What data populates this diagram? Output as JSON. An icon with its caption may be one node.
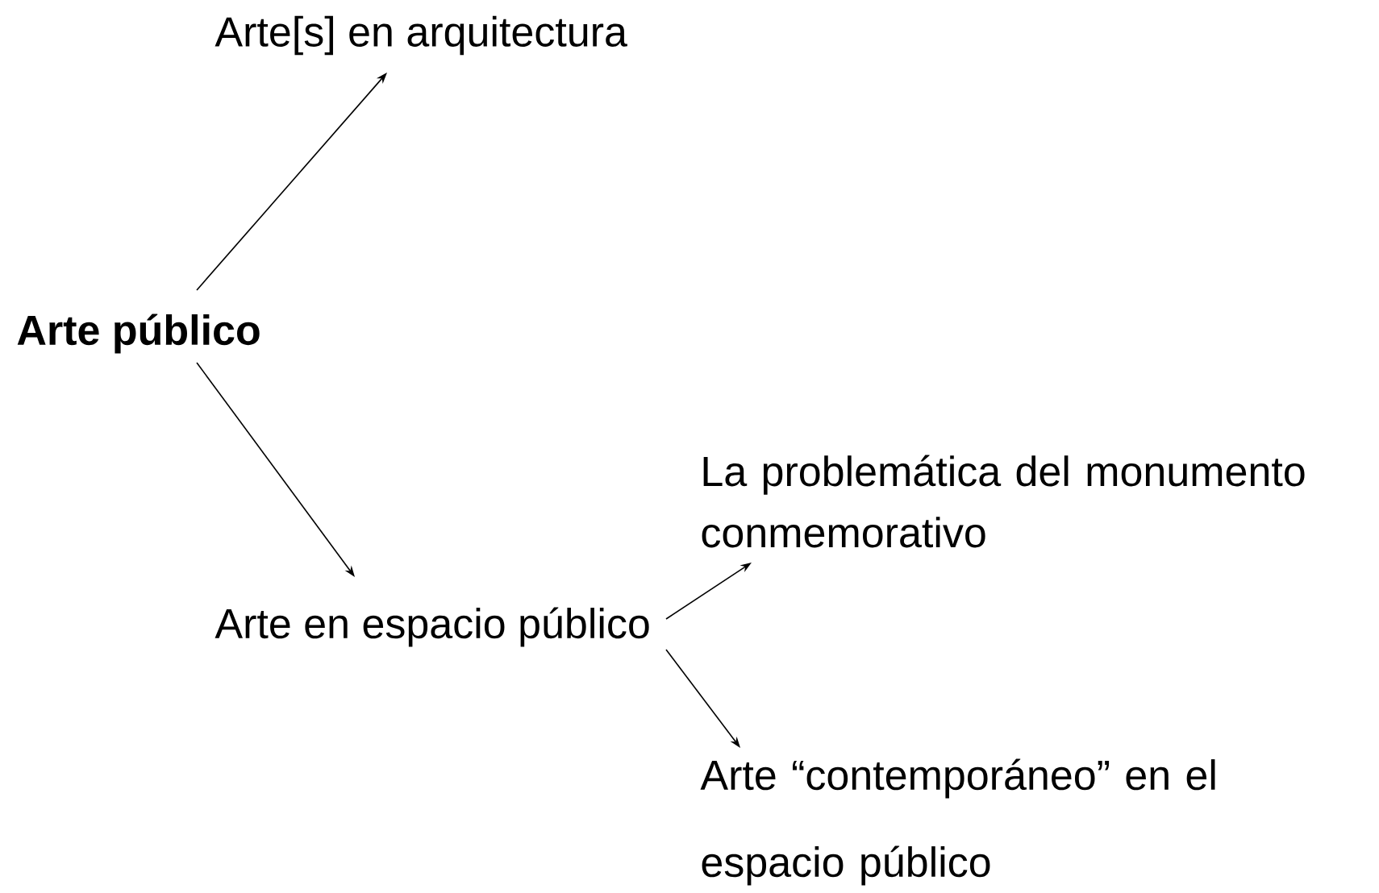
{
  "diagram": {
    "nodes": [
      {
        "text": [
          "Arte público"
        ]
      },
      {
        "text": [
          "Arte[s] en arquitectura"
        ]
      },
      {
        "text": [
          "Arte en espacio público"
        ]
      },
      {
        "text": [
          "La problemática del monumento conmemorativo"
        ]
      },
      {
        "text": [
          "Arte “contemporáneo” en el espacio público"
        ]
      }
    ],
    "edges": [
      {
        "from": 0,
        "to": 1,
        "arrow": "to"
      },
      {
        "from": 0,
        "to": 2,
        "arrow": "to"
      },
      {
        "from": 2,
        "to": 3,
        "arrow": "to"
      },
      {
        "from": 2,
        "to": 4,
        "arrow": "to"
      }
    ]
  }
}
